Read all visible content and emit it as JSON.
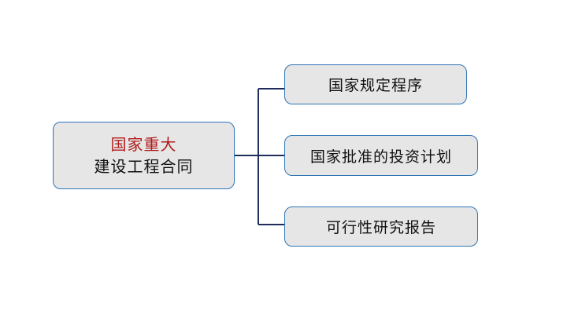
{
  "root": {
    "line1": "国家重大",
    "line2": "建设工程合同"
  },
  "children": [
    {
      "label": "国家规定程序"
    },
    {
      "label": "国家批准的投资计划"
    },
    {
      "label": "可行性研究报告"
    }
  ],
  "colors": {
    "node_fill": "#e6e6e6",
    "node_border": "#2e75b6",
    "connector": "#1f2d5c",
    "root_highlight_text": "#b01c1c"
  }
}
